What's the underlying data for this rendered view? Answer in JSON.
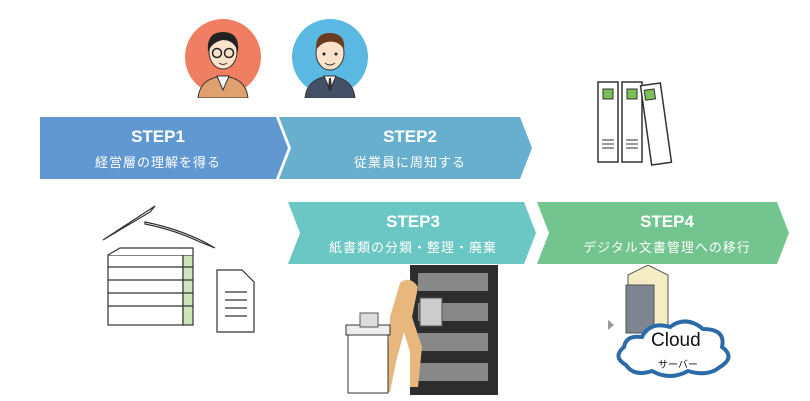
{
  "steps": [
    {
      "title": "STEP1",
      "subtitle": "経営層の理解を得る",
      "color": "#6298d1"
    },
    {
      "title": "STEP2",
      "subtitle": "従業員に周知する",
      "color": "#67afcc"
    },
    {
      "title": "STEP3",
      "subtitle": "紙書類の分類・整理・廃棄",
      "color": "#6ac7c4"
    },
    {
      "title": "STEP4",
      "subtitle": "デジタル文書管理への移行",
      "color": "#73c48e"
    }
  ],
  "cloud": {
    "title": "Cloud",
    "subtitle": "サーバー"
  }
}
